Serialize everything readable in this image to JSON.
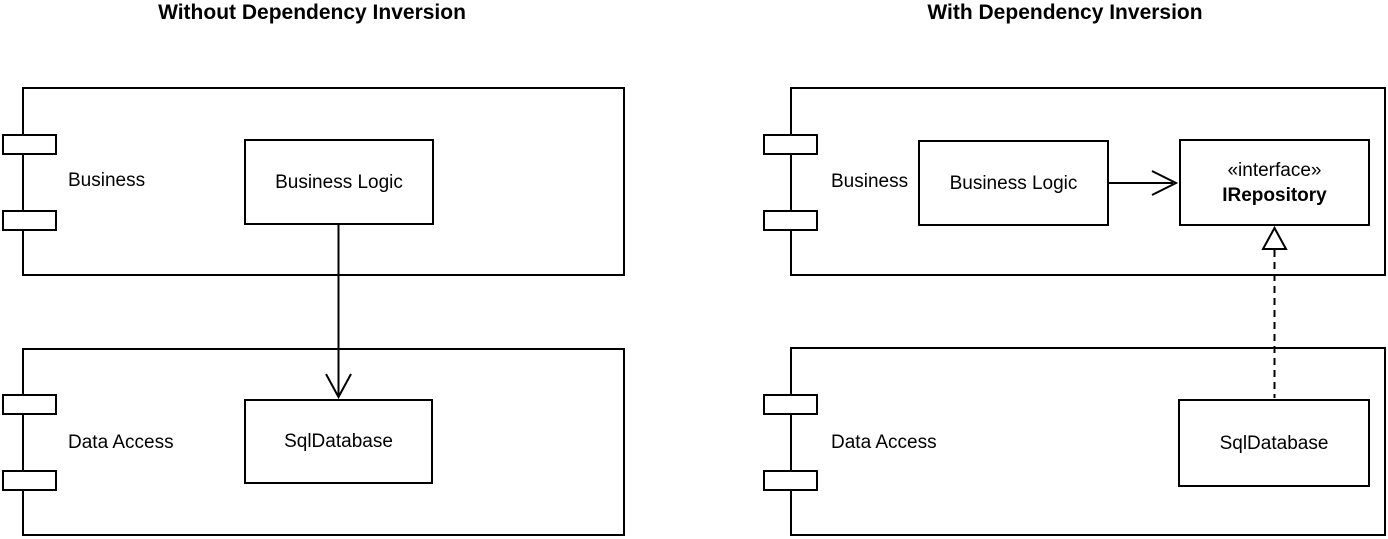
{
  "palette": {
    "line_color": "#000000",
    "background": "#ffffff"
  },
  "diagrams": [
    {
      "title": "Without Dependency Inversion",
      "components": [
        {
          "label": "Business",
          "nodes": [
            {
              "label": "Business Logic"
            }
          ]
        },
        {
          "label": "Data Access",
          "nodes": [
            {
              "label": "SqlDatabase"
            }
          ]
        }
      ],
      "relations": [
        {
          "type": "dependency",
          "from": "Business Logic",
          "to": "SqlDatabase",
          "line_style": "solid",
          "arrowhead": "open"
        }
      ]
    },
    {
      "title": "With Dependency Inversion",
      "components": [
        {
          "label": "Business",
          "nodes": [
            {
              "label": "Business Logic"
            },
            {
              "stereotype": "«interface»",
              "label": "IRepository"
            }
          ]
        },
        {
          "label": "Data Access",
          "nodes": [
            {
              "label": "SqlDatabase"
            }
          ]
        }
      ],
      "relations": [
        {
          "type": "dependency",
          "from": "Business Logic",
          "to": "IRepository",
          "line_style": "solid",
          "arrowhead": "open"
        },
        {
          "type": "realization",
          "from": "SqlDatabase",
          "to": "IRepository",
          "line_style": "dashed",
          "arrowhead": "hollow-triangle"
        }
      ]
    }
  ]
}
